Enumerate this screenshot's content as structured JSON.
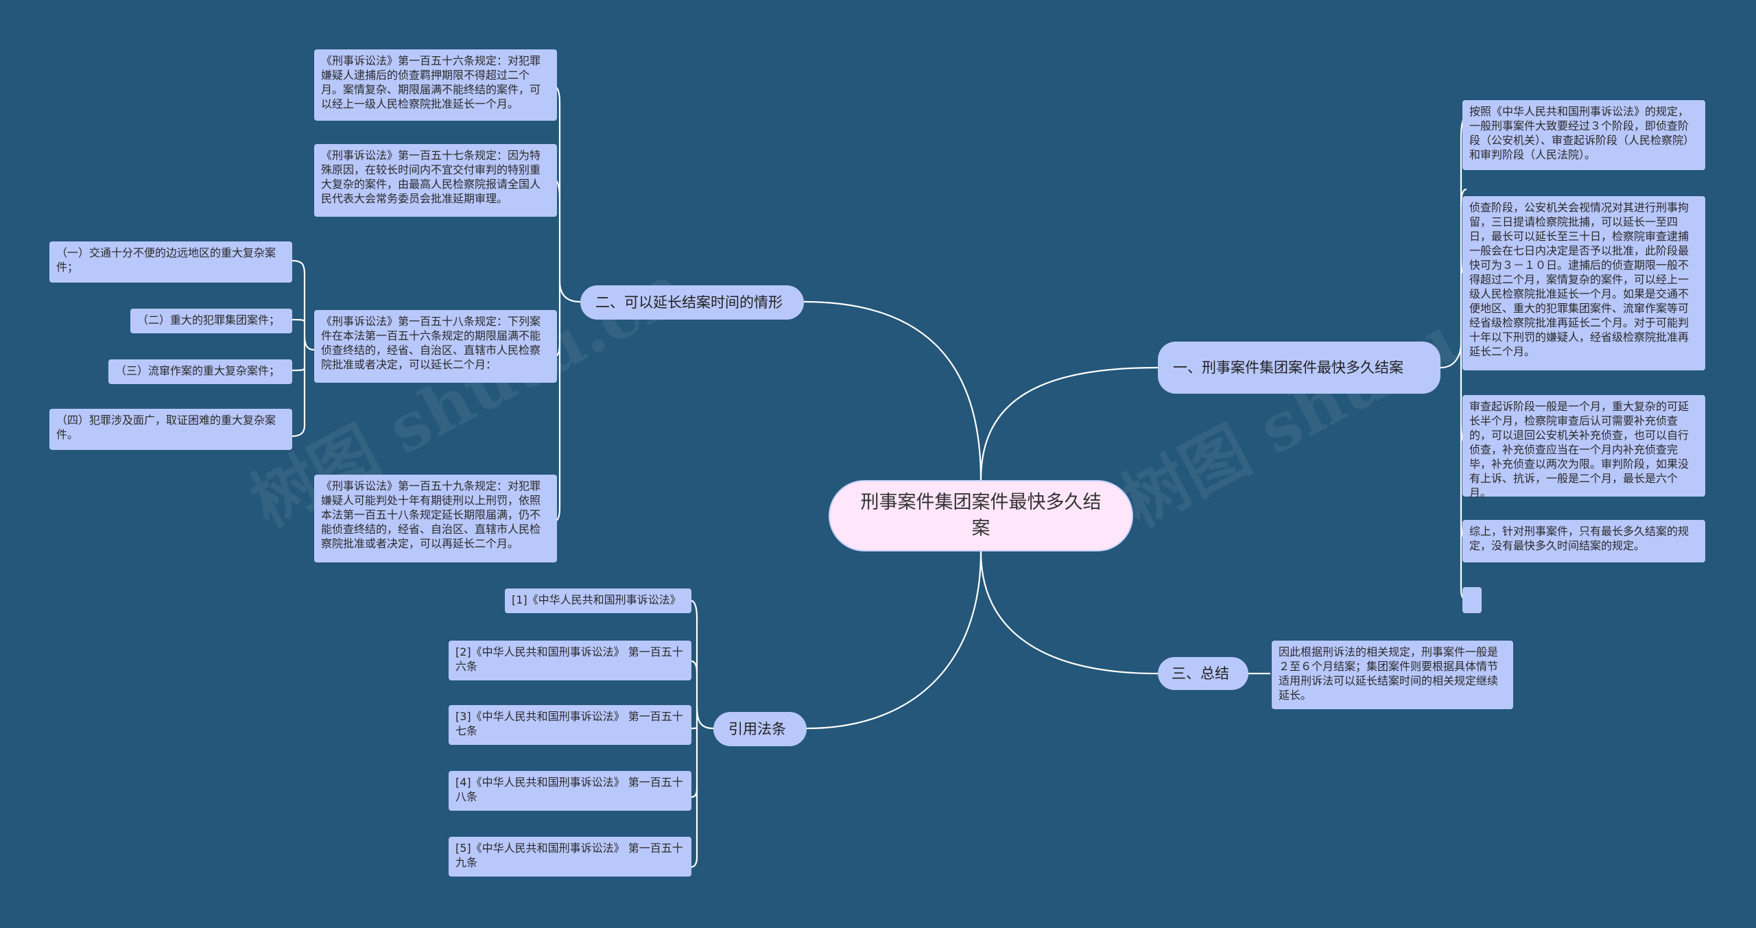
{
  "title": "刑事案件集团案件最快多久结案",
  "watermark": "树图 shutu.cn",
  "branches": {
    "b1": {
      "label": "一、刑事案件集团案件最快多久结案",
      "items": [
        "按照《中华人民共和国刑事诉讼法》的规定，一般刑事案件大致要经过３个阶段，即侦查阶段（公安机关）、审查起诉阶段（人民检察院）和审判阶段（人民法院）。",
        "侦查阶段，公安机关会视情况对其进行刑事拘留，三日提请检察院批捕，可以延长一至四日，最长可以延长至三十日，检察院审查逮捕一般会在七日内决定是否予以批准，此阶段最快可为３－１０日。逮捕后的侦查期限一般不得超过二个月，案情复杂的案件，可以经上一级人民检察院批准延长一个月。如果是交通不便地区、重大的犯罪集团案件、流窜作案等可经省级检察院批准再延长二个月。对于可能判十年以下刑罚的嫌疑人，经省级检察院批准再延长二个月。",
        "审查起诉阶段一般是一个月，重大复杂的可延长半个月，检察院审查后认可需要补充侦查的，可以退回公安机关补充侦查，也可以自行侦查，补充侦查应当在一个月内补充侦查完毕，补充侦查以两次为限。审判阶段，如果没有上诉、抗诉，一般是二个月，最长是六个月。",
        "综上，针对刑事案件，只有最长多久结案的规定，没有最快多久时间结案的规定。",
        ""
      ]
    },
    "b2": {
      "label": "二、可以延长结案时间的情形",
      "items": [
        "《刑事诉讼法》第一百五十六条规定：对犯罪嫌疑人逮捕后的侦查羁押期限不得超过二个月。案情复杂、期限届满不能终结的案件，可以经上一级人民检察院批准延长一个月。",
        "《刑事诉讼法》第一百五十七条规定：因为特殊原因，在较长时间内不宜交付审判的特别重大复杂的案件，由最高人民检察院报请全国人民代表大会常务委员会批准延期审理。",
        "《刑事诉讼法》第一百五十八条规定：下列案件在本法第一百五十六条规定的期限届满不能侦查终结的，经省、自治区、直辖市人民检察院批准或者决定，可以延长二个月：",
        "《刑事诉讼法》第一百五十九条规定：对犯罪嫌疑人可能判处十年有期徒刑以上刑罚，依照本法第一百五十八条规定延长期限届满，仍不能侦查终结的，经省、自治区、直辖市人民检察院批准或者决定，可以再延长二个月。"
      ],
      "subitems": [
        "（一）交通十分不便的边远地区的重大复杂案件；",
        "（二）重大的犯罪集团案件；",
        "（三）流窜作案的重大复杂案件；",
        "（四）犯罪涉及面广，取证困难的重大复杂案件。"
      ]
    },
    "b3": {
      "label": "三、总结",
      "items": [
        "因此根据刑诉法的相关规定，刑事案件一般是２至６个月结案；集团案件则要根据具体情节适用刑诉法可以延长结案时间的相关规定继续延长。"
      ]
    },
    "b4": {
      "label": "引用法条",
      "items": [
        "[1]《中华人民共和国刑事诉讼法》",
        "[2]《中华人民共和国刑事诉讼法》 第一百五十六条",
        "[3]《中华人民共和国刑事诉讼法》 第一百五十七条",
        "[4]《中华人民共和国刑事诉讼法》 第一百五十八条",
        "[5]《中华人民共和国刑事诉讼法》 第一百五十九条"
      ]
    }
  }
}
